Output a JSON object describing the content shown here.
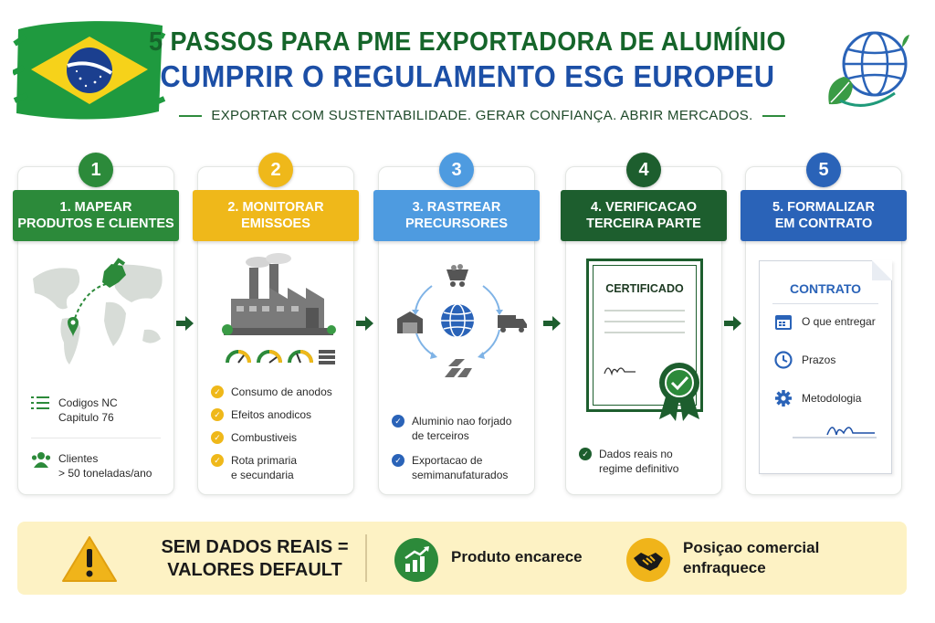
{
  "header": {
    "title_line1": "5 PASSOS PARA PME EXPORTADORA DE ALUMÍNIO",
    "title_line2": "CUMPRIR O REGULAMENTO ESG EUROPEU",
    "tagline": "EXPORTAR COM SUSTENTABILIDADE. GERAR CONFIANÇA. ABRIR MERCADOS."
  },
  "colors": {
    "green": "#2c8a3a",
    "yellow": "#efb81a",
    "light_blue": "#4e9be0",
    "dark_green": "#1d5e2e",
    "blue": "#2a63b8",
    "highlight_bg": "#fdf2c4"
  },
  "steps": [
    {
      "number": "1",
      "title_l1": "1. MAPEAR",
      "title_l2": "PRODUTOS E CLIENTES",
      "illustration": "world-map-icon",
      "items": [
        {
          "icon": "list-icon",
          "label": "Codigos NC",
          "detail": "Capitulo 76"
        },
        {
          "icon": "people-icon",
          "label": "Clientes",
          "detail": "> 50 toneladas/ano"
        }
      ]
    },
    {
      "number": "2",
      "title_l1": "2. MONITORAR",
      "title_l2": "EMISSOES",
      "illustration": "factory-icon",
      "items": [
        {
          "text": "Consumo de anodos"
        },
        {
          "text": "Efeitos anodicos"
        },
        {
          "text": "Combustiveis"
        },
        {
          "text_l1": "Rota primaria",
          "text_l2": "e secundaria"
        }
      ]
    },
    {
      "number": "3",
      "title_l1": "3. RASTREAR",
      "title_l2": "PRECURSORES",
      "illustration": "supply-cycle-icon",
      "items": [
        {
          "text_l1": "Aluminio nao forjado",
          "text_l2": "de terceiros"
        },
        {
          "text_l1": "Exportacao de",
          "text_l2": "semimanufaturados"
        }
      ]
    },
    {
      "number": "4",
      "title_l1": "4. VERIFICACAO",
      "title_l2": "TERCEIRA PARTE",
      "illustration": "certificate-icon",
      "certificate_title": "CERTIFICADO",
      "items": [
        {
          "text_l1": "Dados reais no",
          "text_l2": "regime definitivo"
        }
      ]
    },
    {
      "number": "5",
      "title_l1": "5. FORMALIZAR",
      "title_l2": "EM CONTRATO",
      "illustration": "contract-icon",
      "contract_title": "CONTRATO",
      "items": [
        {
          "icon": "calendar-icon",
          "text": "O que entregar"
        },
        {
          "icon": "clock-icon",
          "text": "Prazos"
        },
        {
          "icon": "gear-icon",
          "text": "Metodologia"
        }
      ]
    }
  ],
  "bottom": {
    "no_data_l1": "SEM DADOS REAIS =",
    "no_data_l2": "VALORES DEFAULT",
    "consequence1": "Produto encarece",
    "consequence2_l1": "Posiçao comercial",
    "consequence2_l2": "enfraquece"
  }
}
